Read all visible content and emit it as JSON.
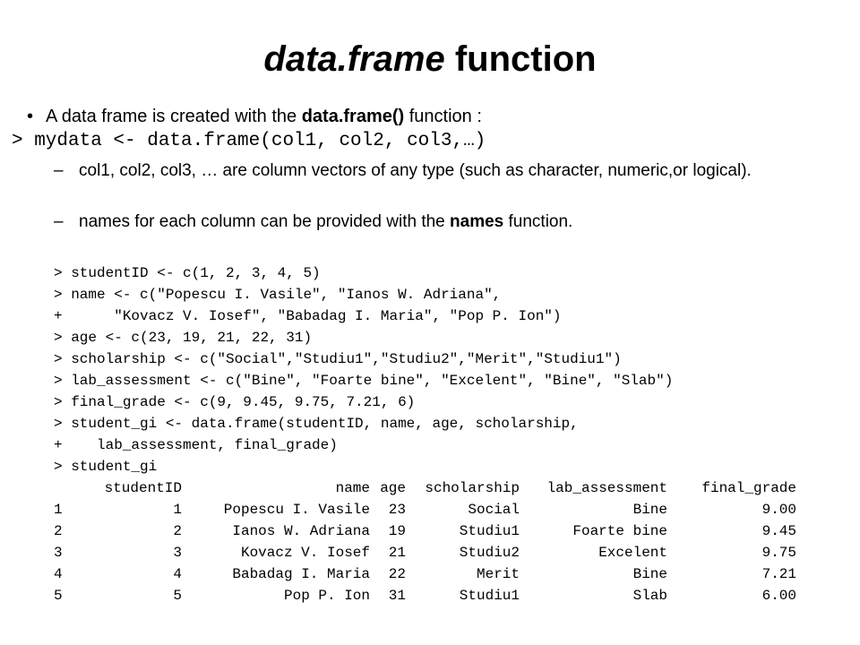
{
  "title": {
    "italic": "data.frame",
    "rest": " function"
  },
  "bullet1": {
    "marker": "•",
    "text_before": "A data frame is created with the ",
    "bold": "data.frame()",
    "text_after": "  function :"
  },
  "command": "> mydata <- data.frame(col1, col2, col3,…)",
  "sub1": {
    "marker": "–",
    "text": "col1, col2, col3,  … are column vectors of any type (such as character, numeric,or logical)."
  },
  "sub2": {
    "marker": "–",
    "text_before": "names for each column can be provided with the ",
    "bold": "names",
    "text_after": "  function."
  },
  "code_lines": [
    "> studentID <- c(1, 2, 3, 4, 5)",
    "> name <- c(\"Popescu I. Vasile\", \"Ianos W. Adriana\",",
    "+      \"Kovacz V. Iosef\", \"Babadag I. Maria\", \"Pop P. Ion\")",
    "> age <- c(23, 19, 21, 22, 31)",
    "> scholarship <- c(\"Social\",\"Studiu1\",\"Studiu2\",\"Merit\",\"Studiu1\")",
    "> lab_assessment <- c(\"Bine\", \"Foarte bine\", \"Excelent\", \"Bine\", \"Slab\")",
    "> final_grade <- c(9, 9.45, 9.75, 7.21, 6)",
    "> student_gi <- data.frame(studentID, name, age, scholarship,",
    "+    lab_assessment, final_grade)",
    "> student_gi"
  ],
  "table": {
    "headers": [
      "",
      "studentID",
      "name",
      "age",
      "scholarship",
      "lab_assessment",
      "final_grade"
    ],
    "rows": [
      [
        "1",
        "1",
        "Popescu I. Vasile",
        "23",
        "Social",
        "Bine",
        "9.00"
      ],
      [
        "2",
        "2",
        "Ianos W. Adriana",
        "19",
        "Studiu1",
        "Foarte bine",
        "9.45"
      ],
      [
        "3",
        "3",
        "Kovacz V. Iosef",
        "21",
        "Studiu2",
        "Excelent",
        "9.75"
      ],
      [
        "4",
        "4",
        "Babadag I. Maria",
        "22",
        "Merit",
        "Bine",
        "7.21"
      ],
      [
        "5",
        "5",
        "Pop P. Ion",
        "31",
        "Studiu1",
        "Slab",
        "6.00"
      ]
    ]
  }
}
